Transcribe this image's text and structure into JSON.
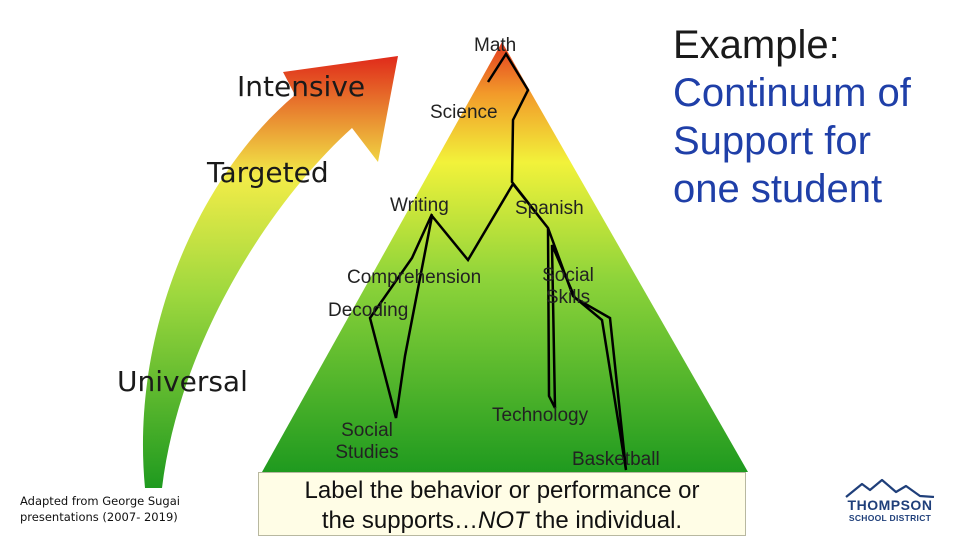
{
  "tiers": {
    "intensive": "Intensive",
    "targeted": "Targeted",
    "universal": "Universal"
  },
  "subjects": {
    "math": "Math",
    "science": "Science",
    "writing": "Writing",
    "spanish": "Spanish",
    "comprehension": "Comprehension",
    "decoding": "Decoding",
    "social_skills_1": "Social",
    "social_skills_2": "Skills",
    "social_studies_1": "Social",
    "social_studies_2": "Studies",
    "technology": "Technology",
    "basketball": "Basketball"
  },
  "title": {
    "line1": "Example:",
    "line2": "Continuum of",
    "line3": "Support for",
    "line4": "one student"
  },
  "note": {
    "line1": "Label the behavior or performance or",
    "line2_prefix": "the supports…",
    "line2_emphasis": "NOT",
    "line2_suffix": " the individual."
  },
  "credit": {
    "line1": "Adapted from George Sugai",
    "line2": "presentations (2007- 2019)"
  },
  "logo": {
    "name": "THOMPSON",
    "sub": "SCHOOL DISTRICT"
  },
  "colors": {
    "apex_red": "#e33a1f",
    "mid_yellow": "#f2f23a",
    "base_green": "#1f9a1f",
    "title_blue": "#1f3fa8",
    "note_bg": "#fffde6",
    "logo_blue": "#1f3f7a"
  }
}
